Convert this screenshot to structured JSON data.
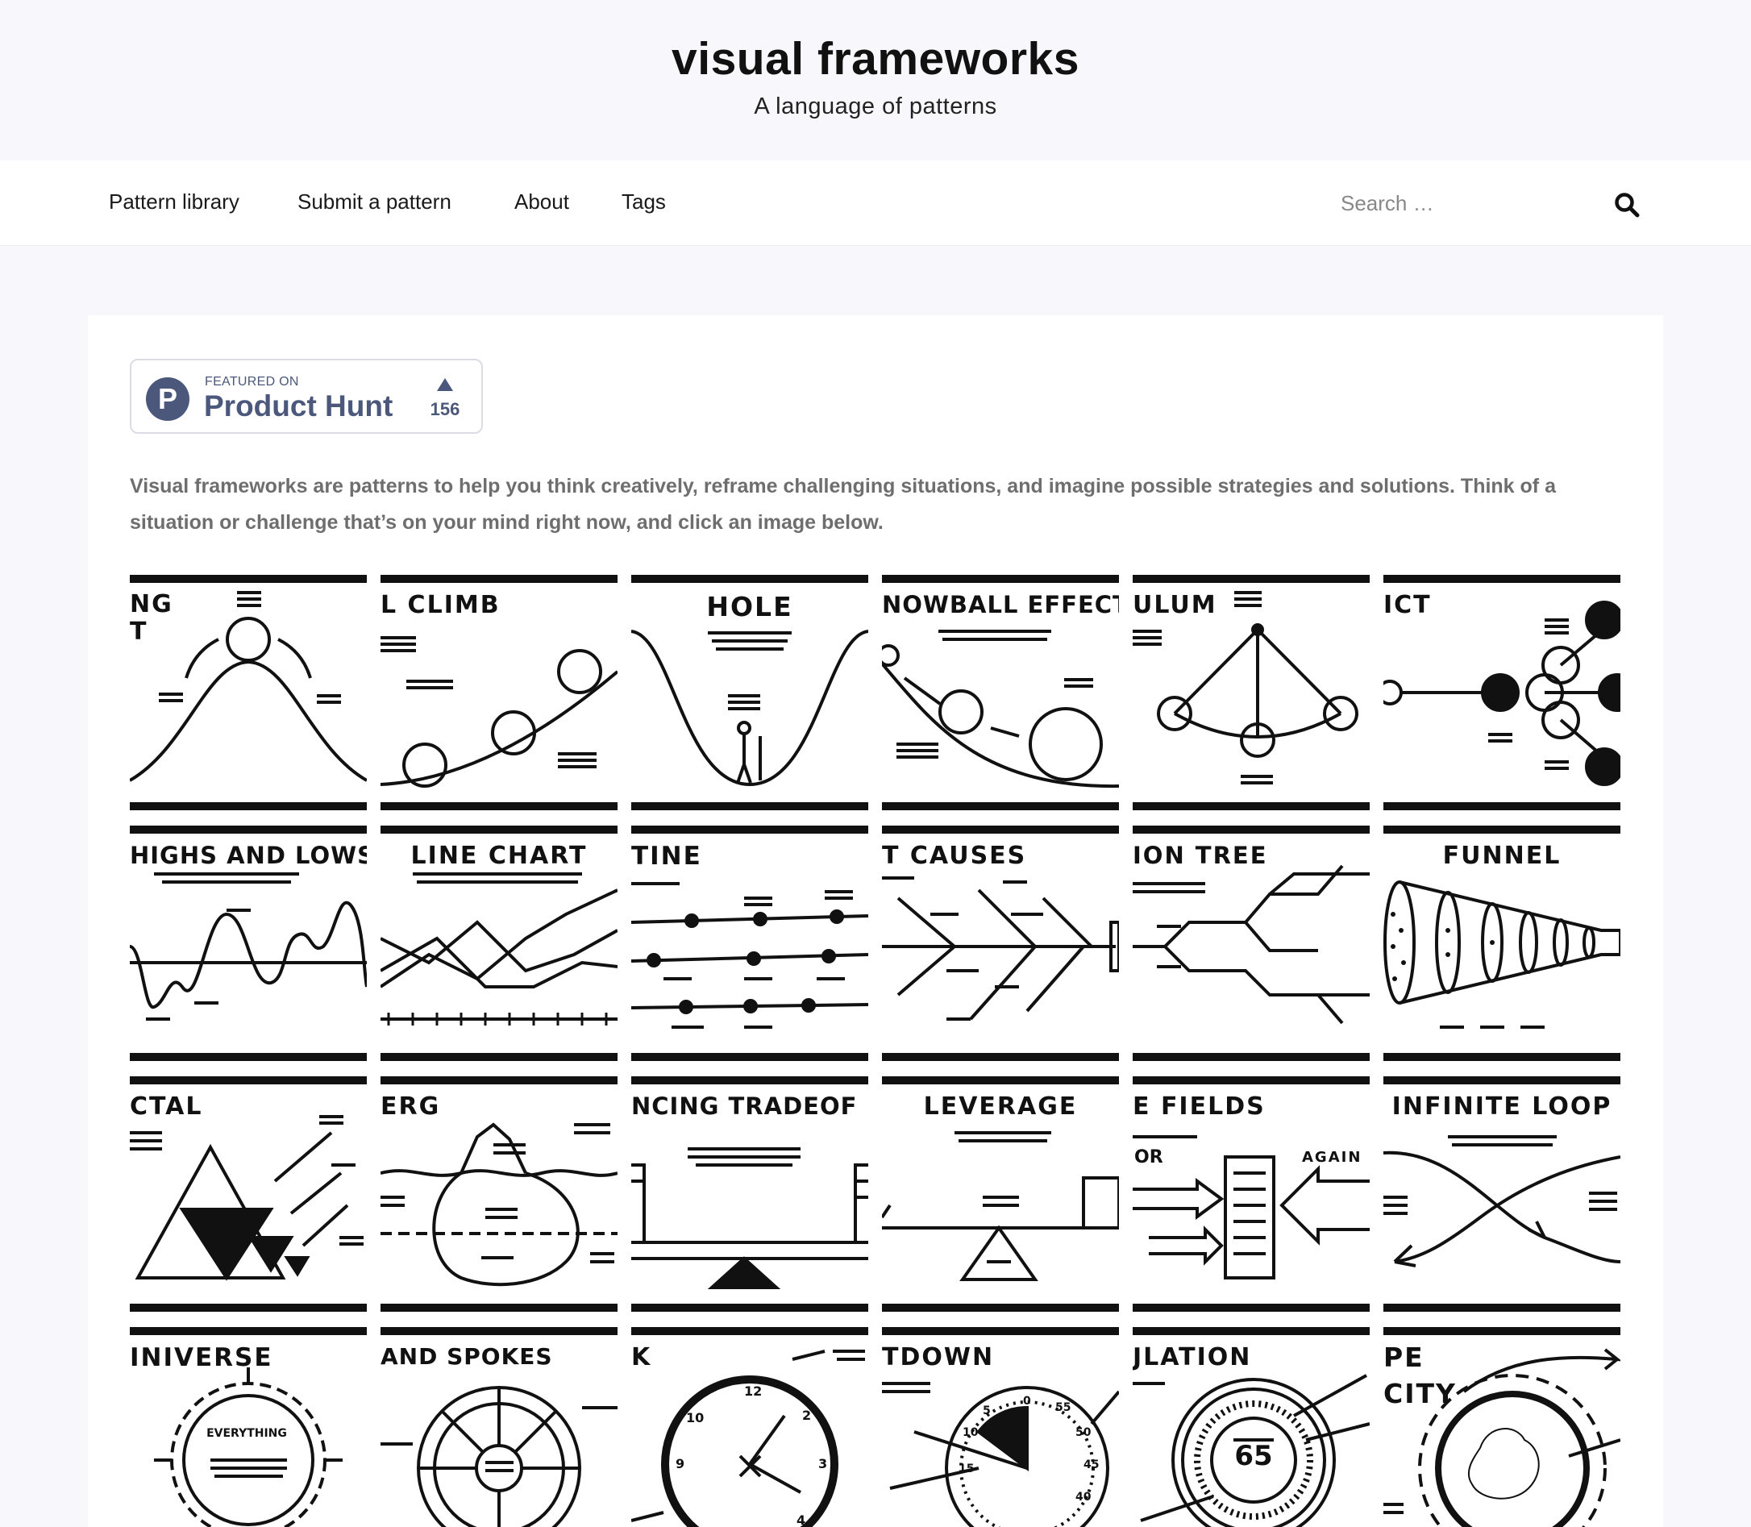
{
  "site": {
    "title": "visual frameworks",
    "tagline": "A language of patterns"
  },
  "nav": {
    "items": [
      "Pattern library",
      "Submit a pattern",
      "About",
      "Tags"
    ],
    "search_placeholder": "Search …"
  },
  "product_hunt": {
    "featured": "FEATURED ON",
    "name": "Product Hunt",
    "count": "156",
    "logo_letter": "P"
  },
  "intro": "Visual frameworks are patterns to help you think creatively, reframe challenging situations, and imagine possible strategies and solutions. Think of a situation or challenge that’s on your mind right now, and click an image below.",
  "tiles": [
    {
      "label": "NG T",
      "icon": "hill-icon"
    },
    {
      "label": "L CLIMB",
      "icon": "uphill-climb-icon"
    },
    {
      "label": "HOLE",
      "icon": "hole-icon"
    },
    {
      "label": "NOWBALL EFFECT",
      "icon": "snowball-icon"
    },
    {
      "label": "ULUM",
      "icon": "pendulum-icon"
    },
    {
      "label": "ICT",
      "icon": "impact-icon"
    },
    {
      "label": "HIGHS AND LOWS",
      "icon": "highs-lows-icon"
    },
    {
      "label": "LINE CHART",
      "icon": "line-chart-icon"
    },
    {
      "label": "TINE",
      "icon": "timeline-icon"
    },
    {
      "label": "T CAUSES",
      "icon": "root-causes-icon"
    },
    {
      "label": "ION TREE",
      "icon": "decision-tree-icon"
    },
    {
      "label": "FUNNEL",
      "icon": "funnel-icon"
    },
    {
      "label": "CTAL",
      "icon": "fractal-icon"
    },
    {
      "label": "ERG",
      "icon": "iceberg-icon"
    },
    {
      "label": "NCING TRADEOF",
      "icon": "tradeoff-icon"
    },
    {
      "label": "LEVERAGE",
      "icon": "leverage-icon"
    },
    {
      "label": "E FIELDS",
      "icon": "force-fields-icon"
    },
    {
      "label": "INFINITE LOOP",
      "icon": "infinite-loop-icon"
    },
    {
      "label": "INIVERSE",
      "icon": "universe-icon"
    },
    {
      "label": "AND SPOKES",
      "icon": "hub-spokes-icon"
    },
    {
      "label": "K",
      "icon": "clock-icon"
    },
    {
      "label": "TDOWN",
      "icon": "countdown-icon"
    },
    {
      "label": "JLATION",
      "icon": "regulation-icon"
    },
    {
      "label": "PE CITY",
      "icon": "escape-city-icon"
    }
  ],
  "tile_extras": {
    "force_fields_sub_left": "OR",
    "force_fields_sub_right": "AGAIN",
    "universe_center": "EVERYTHING",
    "regulation_value": "65",
    "escape_city_line1": "PE",
    "escape_city_line2": "CITY"
  }
}
